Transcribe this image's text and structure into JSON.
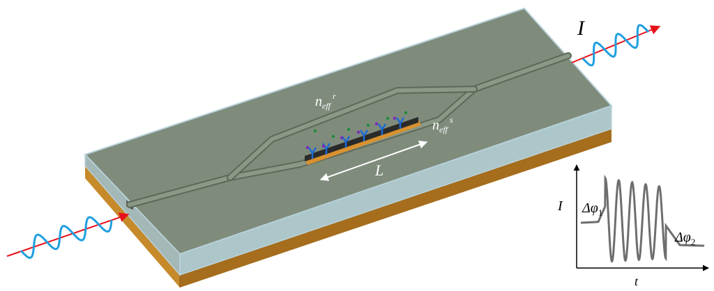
{
  "labels": {
    "intensity_out": "I",
    "n_ref_base": "n",
    "n_ref_sub": "eff",
    "n_ref_sup": "r",
    "n_sens_base": "n",
    "n_sens_sub": "eff",
    "n_sens_sup": "s",
    "length": "L"
  },
  "inset": {
    "y_label": "I",
    "x_label": "t",
    "phase_start_base": "Δφ",
    "phase_start_sub": "1",
    "phase_end_base": "Δφ",
    "phase_end_sub": "2"
  },
  "colors": {
    "glass_top": "#7f8c7c",
    "glass_edge": "#b9d3dc",
    "substrate_front": "#c68a2a",
    "substrate_side": "#a56d1c",
    "laser": "#e8111b",
    "wave": "#1f9fe0",
    "sensor_bar": "#2a2a2a",
    "sensor_gold": "#d8912e",
    "antibody": "#1a6ad6",
    "analyte_green": "#1f8a3a",
    "analyte_purple": "#7a2bb8",
    "trace": "#6e6e6e"
  }
}
